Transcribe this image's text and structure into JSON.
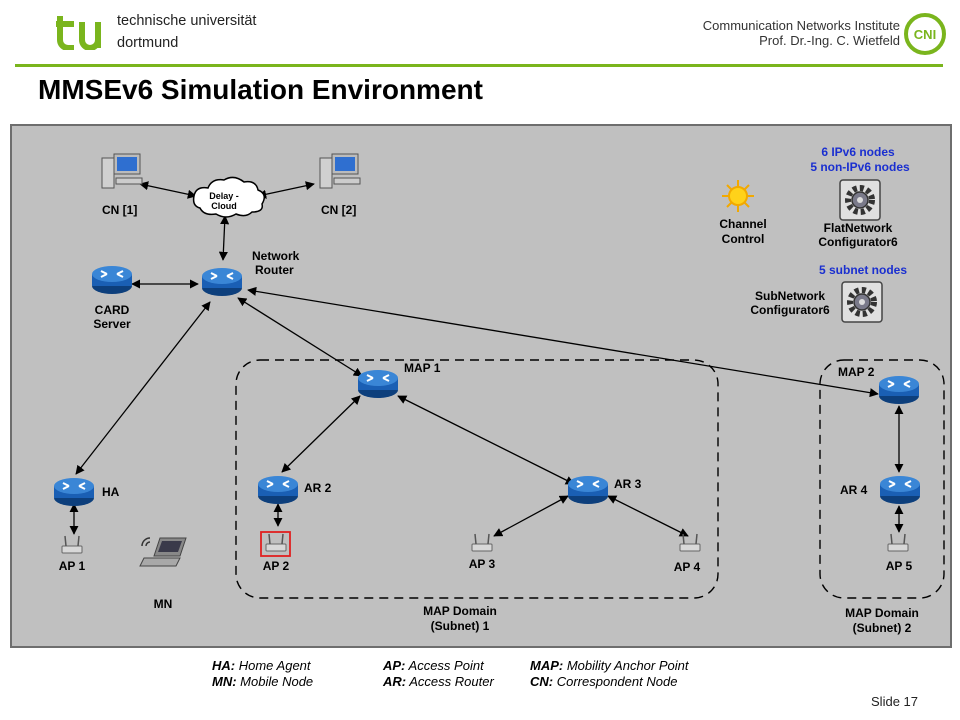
{
  "header": {
    "university_line1": "technische universität",
    "university_line2": "dortmund",
    "institute": "Communication Networks Institute",
    "professor": "Prof. Dr.-Ing. C. Wietfeld",
    "institute_logo_text": "CNI",
    "brand_color": "#7ab51d"
  },
  "title": "MMSEv6 Simulation Environment",
  "diagram": {
    "nodes": {
      "cn1": "CN [1]",
      "cn2": "CN [2]",
      "cloud_line1": "Delay -",
      "cloud_line2": "Cloud",
      "router_line1": "Network",
      "router_line2": "Router",
      "card_line1": "CARD",
      "card_line2": "Server",
      "channel_line1": "Channel",
      "channel_line2": "Control",
      "ipv6_nodes": "6 IPv6 nodes",
      "non_ipv6_nodes": "5 non-IPv6 nodes",
      "flat_line1": "FlatNetwork",
      "flat_line2": "Configurator6",
      "subnet_nodes": "5 subnet nodes",
      "subnet_line1": "SubNetwork",
      "subnet_line2": "Configurator6",
      "map1": "MAP 1",
      "map2": "MAP 2",
      "ha": "HA",
      "ar2": "AR 2",
      "ar3": "AR 3",
      "ar4": "AR 4",
      "ap1": "AP 1",
      "ap2": "AP 2",
      "ap3": "AP 3",
      "ap4": "AP 4",
      "ap5": "AP 5",
      "mn": "MN",
      "domain1_line1": "MAP Domain",
      "domain1_line2": "(Subnet) 1",
      "domain2_line1": "MAP Domain",
      "domain2_line2": "(Subnet) 2"
    },
    "colors": {
      "background": "#c0c0c0",
      "router": "#1a5fb4",
      "highlight": "#e02020",
      "info_text": "#1a2fd0"
    }
  },
  "legend": {
    "col1": [
      {
        "abbr": "HA:",
        "text": "Home Agent"
      },
      {
        "abbr": "MN:",
        "text": "Mobile Node"
      }
    ],
    "col2": [
      {
        "abbr": "AP:",
        "text": "Access Point"
      },
      {
        "abbr": "AR:",
        "text": "Access Router"
      }
    ],
    "col3": [
      {
        "abbr": "MAP:",
        "text": "Mobility Anchor Point"
      },
      {
        "abbr": "CN:",
        "text": "Correspondent Node"
      }
    ]
  },
  "slide_number": "Slide 17"
}
